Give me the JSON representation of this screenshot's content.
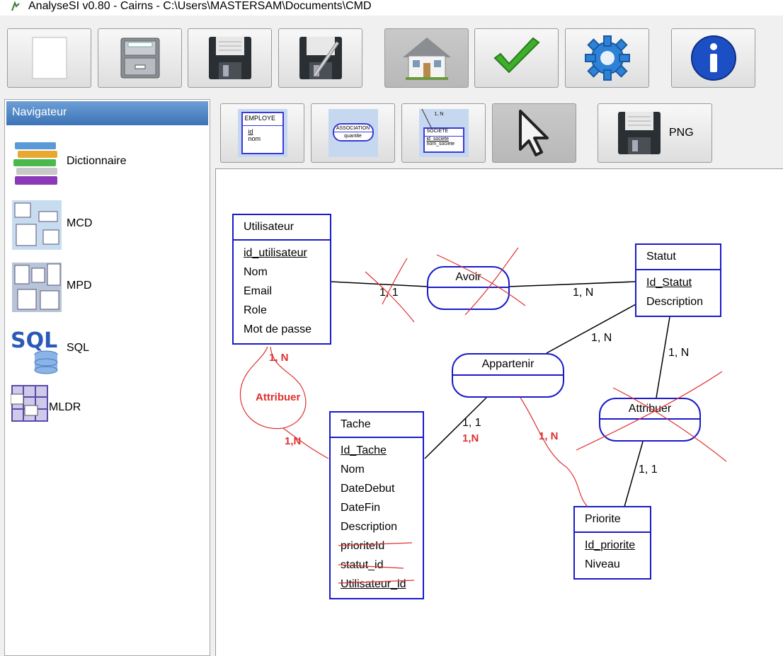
{
  "window": {
    "title": "AnalyseSI v0.80 - Cairns - C:\\Users\\MASTERSAM\\Documents\\CMD"
  },
  "toolbar": {
    "new": "new-file-icon",
    "open": "open-file-icon",
    "save": "save-icon",
    "save_as": "save-as-icon",
    "home": "home-icon",
    "validate": "check-icon",
    "settings": "gear-icon",
    "info": "info-icon"
  },
  "diagram_toolbar": {
    "entity_tool_title": "EMPLOYE",
    "entity_tool_attrs": [
      "id",
      "nom"
    ],
    "assoc_tool_title": "ASSOCIATION",
    "assoc_tool_attr": "quantite",
    "link_tool_card": "1, N",
    "link_tool_title": "SOCIETE",
    "link_tool_attrs": [
      "id_societe",
      "nom_societe"
    ],
    "export_label": "PNG"
  },
  "navigator": {
    "title": "Navigateur",
    "items": [
      {
        "label": "Dictionnaire",
        "icon": "books-icon"
      },
      {
        "label": "MCD",
        "icon": "mcd-icon"
      },
      {
        "label": "MPD",
        "icon": "mpd-icon"
      },
      {
        "label": "SQL",
        "icon": "sql-icon"
      },
      {
        "label": "MLDR",
        "icon": "mldr-icon"
      }
    ]
  },
  "diagram": {
    "entities": {
      "utilisateur": {
        "name": "Utilisateur",
        "attrs": [
          "id_utilisateur",
          "Nom",
          "Email",
          "Role",
          "Mot de passe"
        ]
      },
      "statut": {
        "name": "Statut",
        "attrs": [
          "Id_Statut",
          "Description"
        ]
      },
      "tache": {
        "name": "Tache",
        "attrs": [
          "Id_Tache",
          "Nom",
          "DateDebut",
          "DateFin",
          "Description",
          "prioriteId",
          "statut_id",
          "Utilisateur_id"
        ]
      },
      "priorite": {
        "name": "Priorite",
        "attrs": [
          "Id_priorite",
          "Niveau"
        ]
      }
    },
    "associations": {
      "avoir": "Avoir",
      "appartenir": "Appartenir",
      "attribuer": "Attribuer"
    },
    "cardinalities": {
      "utilisateur_avoir": "1, 1",
      "avoir_statut": "1, N",
      "appartenir_statut": "1, N",
      "attribuer_statut": "1, N",
      "tache_appartenir": "1, 1",
      "attribuer_priorite": "1, 1"
    },
    "annotations": {
      "red_card_utilisateur": "1, N",
      "red_assoc": "Attribuer",
      "red_card_tache": "1,N",
      "red_card_tache_appartenir": "1,N",
      "red_card_priorite": "1, N"
    }
  },
  "colors": {
    "entity_border": "#1a1acb",
    "annotation": "#e03030",
    "nav_header": "#3d73b6"
  }
}
